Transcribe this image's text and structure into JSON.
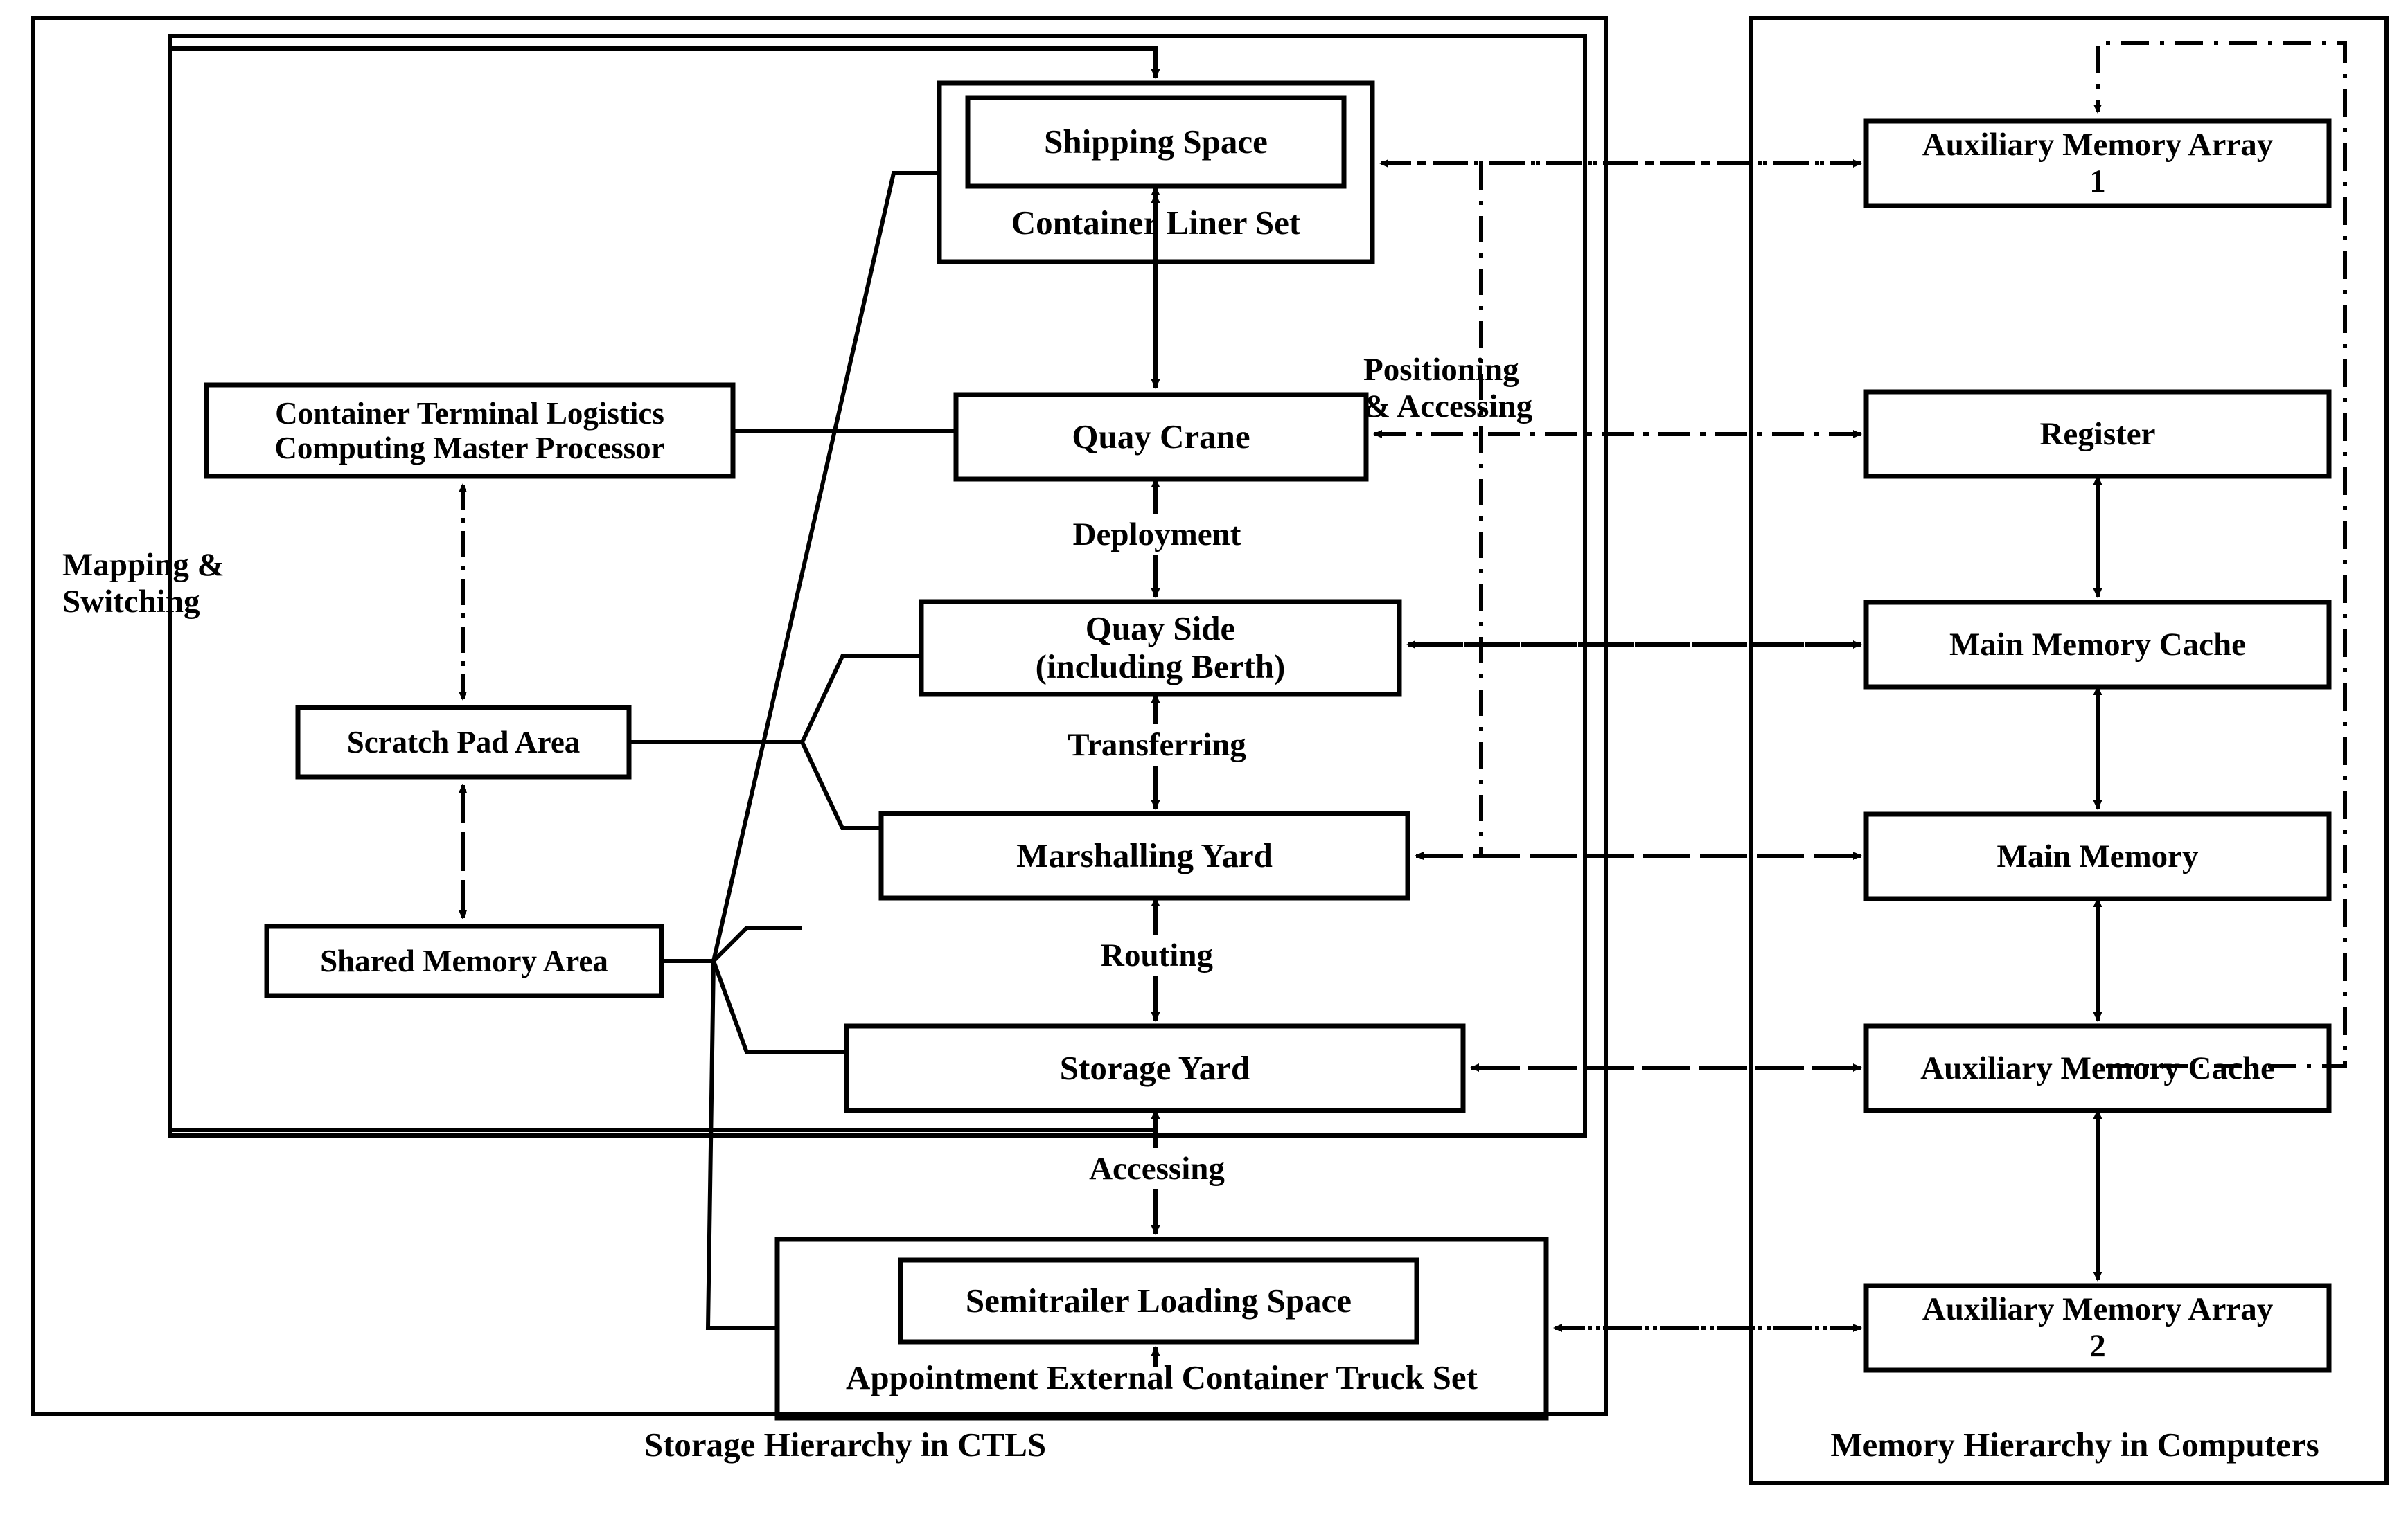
{
  "diagram": {
    "title_left": "Storage Hierarchy in CTLS",
    "title_right": "Memory Hierarchy in Computers",
    "side_label": "Mapping &\nSwitching",
    "cross_label": "Positioning\n& Accessing",
    "stroke_color": "#000000",
    "background_color": "#ffffff"
  },
  "left_panel": {
    "boxes": {
      "shipping_space": "Shipping Space",
      "container_liner_set": "Container Liner Set",
      "quay_crane": "Quay Crane",
      "quay_side": "Quay Side\n(including Berth)",
      "marshalling_yard": "Marshalling Yard",
      "storage_yard": "Storage Yard",
      "semitrailer_loading_space": "Semitrailer Loading Space",
      "appointment_truck_set": "Appointment External Container Truck Set",
      "master_processor": "Container Terminal Logistics\nComputing Master Processor",
      "scratch_pad_area": "Scratch Pad Area",
      "shared_memory_area": "Shared Memory Area"
    },
    "edge_labels": {
      "deployment": "Deployment",
      "transferring": "Transferring",
      "routing": "Routing",
      "accessing": "Accessing"
    }
  },
  "right_panel": {
    "boxes": {
      "aux_memory_array_1": "Auxiliary Memory Array\n1",
      "register": "Register",
      "main_memory_cache": "Main Memory Cache",
      "main_memory": "Main Memory",
      "aux_memory_cache": "Auxiliary Memory Cache",
      "aux_memory_array_2": "Auxiliary Memory Array\n2"
    }
  }
}
